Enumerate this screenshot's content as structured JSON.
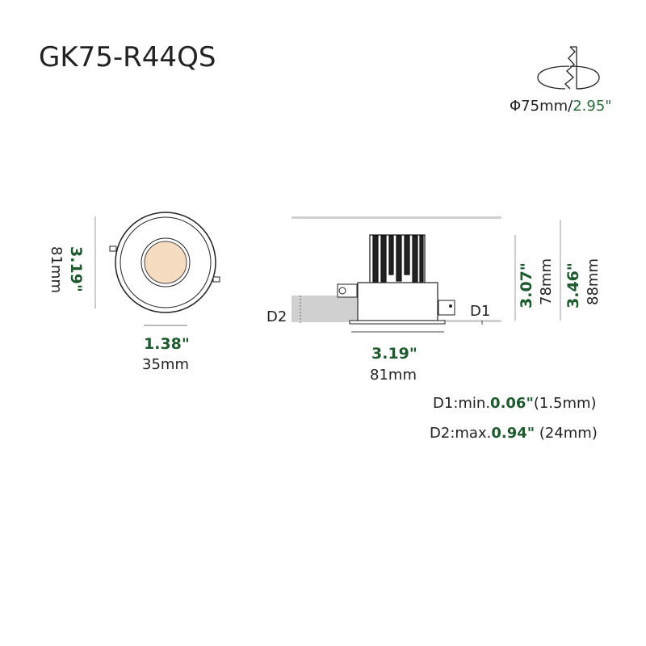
{
  "title": "GK75-R44QS",
  "cutout": {
    "mm": "Φ75mm/",
    "inch": "2.95\""
  },
  "front_view": {
    "height_in": "3.19\"",
    "height_mm": "81mm",
    "lens_in": "1.38\"",
    "lens_mm": "35mm"
  },
  "side_view": {
    "d2_label": "D2",
    "d1_label": "D1",
    "width_in": "3.19\"",
    "width_mm": "81mm",
    "body_height_in": "3.07\"",
    "body_height_mm": "78mm",
    "total_height_in": "3.46\"",
    "total_height_mm": "88mm"
  },
  "notes": {
    "d1_prefix": "D1:min.",
    "d1_in": "0.06\"",
    "d1_mm": "(1.5mm)",
    "d2_prefix": "D2:max.",
    "d2_in": "0.94\"",
    "d2_mm": " (24mm)"
  },
  "colors": {
    "accent": "#1e5a2e",
    "lens": "#f6dcc0",
    "ceiling": "#d0d0d0"
  }
}
